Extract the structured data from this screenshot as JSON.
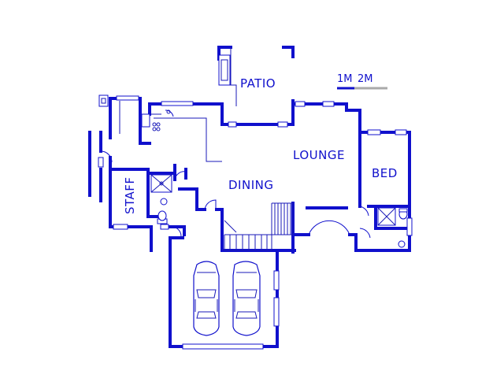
{
  "rooms": {
    "patio": "PATIO",
    "lounge": "LOUNGE",
    "bed": "BED",
    "dining": "DINING",
    "staff": "STAFF"
  },
  "scale": {
    "label_1": "1M",
    "label_2": "2M"
  },
  "colors": {
    "wall": "#1010cc",
    "scale_grey": "#aaaaaa",
    "background": "#ffffff"
  }
}
